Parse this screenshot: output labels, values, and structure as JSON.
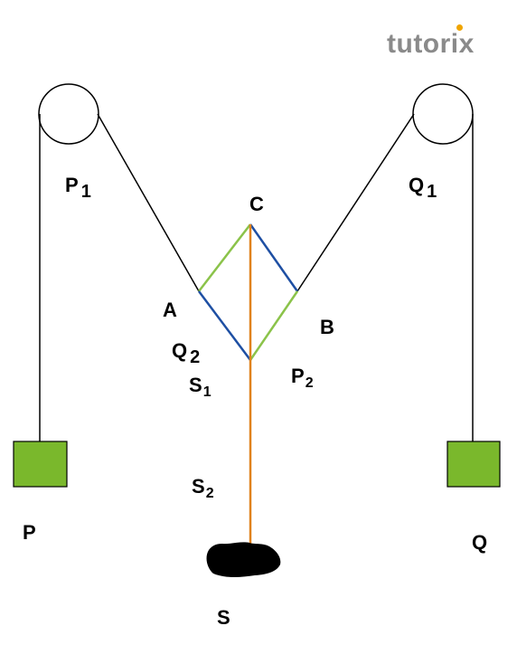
{
  "brand": {
    "logo_text": "tutorix",
    "accent_color": "#f0a500"
  },
  "colors": {
    "string": "#000000",
    "green_string": "#8bc34a",
    "blue_string": "#1e4fa3",
    "vertical_string": "#e0821c",
    "mass_fill": "#7ab82c",
    "mass_stroke": "#000000",
    "stone": "#000000"
  },
  "labels": {
    "P1": {
      "main": "P",
      "sub": "1"
    },
    "Q1": {
      "main": "Q",
      "sub": "1"
    },
    "C": "C",
    "A": "A",
    "B": "B",
    "Q2": {
      "main": "Q",
      "sub": "2"
    },
    "P2": {
      "main": "P",
      "sub": "2"
    },
    "S1": {
      "main": "S",
      "sub": "1"
    },
    "S2": {
      "main": "S",
      "sub": "2"
    },
    "P": "P",
    "Q": "Q",
    "S": "S"
  }
}
